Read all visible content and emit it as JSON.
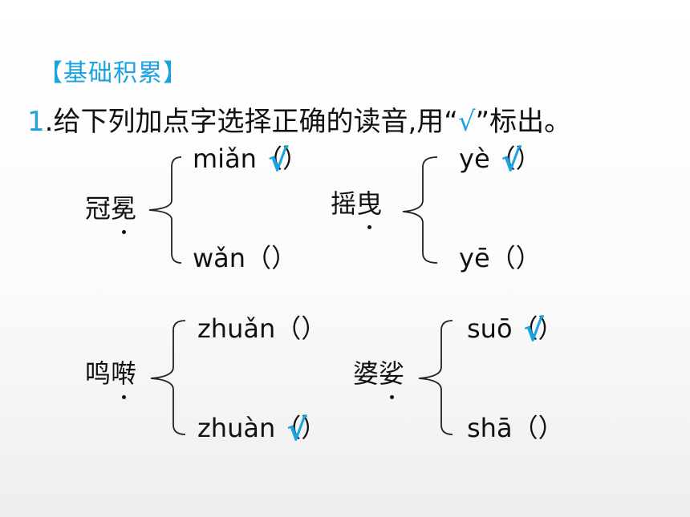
{
  "section_title": "【基础积累】",
  "question": {
    "number": "1",
    "text_before": ".给下列加点字选择正确的读音,用“",
    "mark": "√",
    "text_after": "”标出。"
  },
  "groups": [
    {
      "word": "冠冕",
      "dotted_char_index": 1,
      "options": [
        {
          "pinyin": "miǎn",
          "open": "（",
          "close": "）",
          "checked": true,
          "check_symbol": "√"
        },
        {
          "pinyin": "wǎn",
          "open": "（",
          "close": "）",
          "checked": false,
          "check_symbol": ""
        }
      ]
    },
    {
      "word": "摇曳",
      "dotted_char_index": 1,
      "options": [
        {
          "pinyin": "yè",
          "open": "（",
          "close": "）",
          "checked": true,
          "check_symbol": "√"
        },
        {
          "pinyin": "yē",
          "open": "（",
          "close": "）",
          "checked": false,
          "check_symbol": ""
        }
      ]
    },
    {
      "word": "鸣啭",
      "dotted_char_index": 1,
      "options": [
        {
          "pinyin": "zhuǎn",
          "open": "（",
          "close": "）",
          "checked": false,
          "check_symbol": ""
        },
        {
          "pinyin": "zhuàn",
          "open": "（",
          "close": "）",
          "checked": true,
          "check_symbol": "√"
        }
      ]
    },
    {
      "word": "婆娑",
      "dotted_char_index": 1,
      "options": [
        {
          "pinyin": "suō",
          "open": "（",
          "close": "）",
          "checked": true,
          "check_symbol": "√"
        },
        {
          "pinyin": "shā",
          "open": "（",
          "close": "）",
          "checked": false,
          "check_symbol": ""
        }
      ]
    }
  ],
  "colors": {
    "accent": "#1aa3e0",
    "text": "#111111"
  }
}
